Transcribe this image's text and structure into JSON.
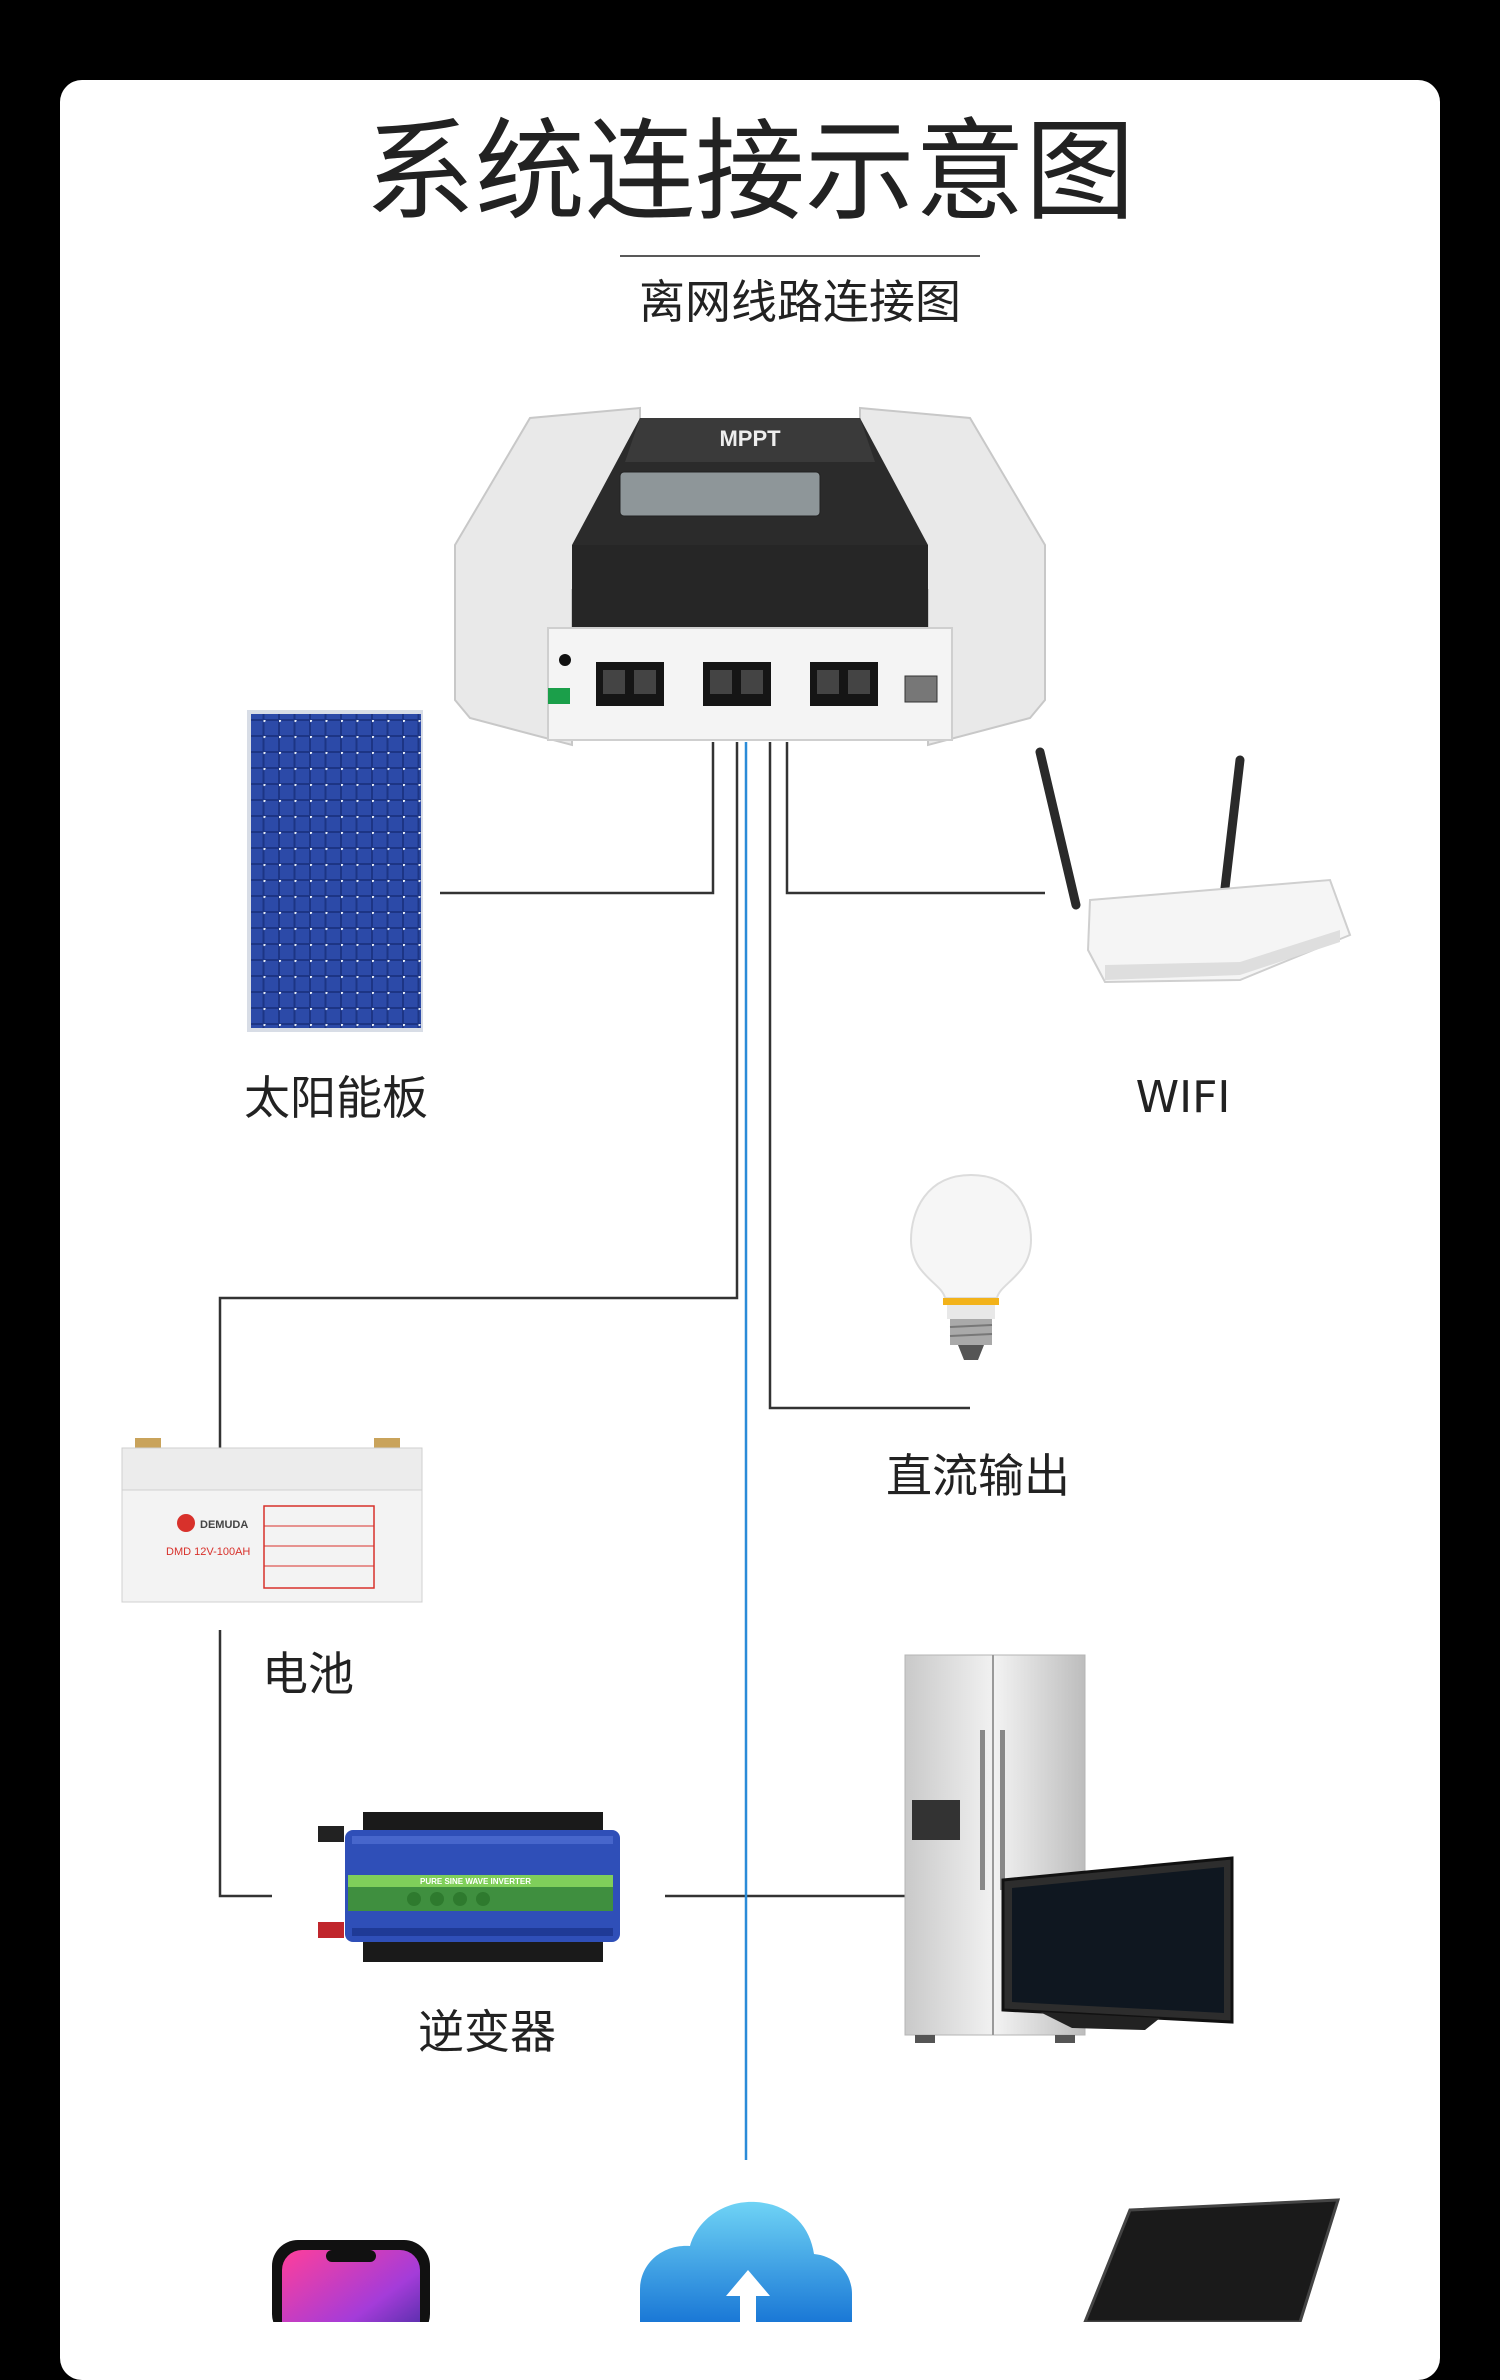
{
  "title": "系统连接示意图",
  "subtitle": "离网线路连接图",
  "controller": {
    "brand": "MPPT"
  },
  "battery": {
    "brand": "DEMUDA",
    "model": "DMD 12V-100AH"
  },
  "inverter": {
    "banner": "PURE SINE WAVE INVERTER"
  },
  "labels": {
    "solar_panel": "太阳能板",
    "wifi": "WIFI",
    "dc_output": "直流输出",
    "battery": "电池",
    "inverter": "逆变器"
  },
  "colors": {
    "background": "#000000",
    "card": "#ffffff",
    "wire": "#333333",
    "cloud_link": "#2a8bd8"
  }
}
